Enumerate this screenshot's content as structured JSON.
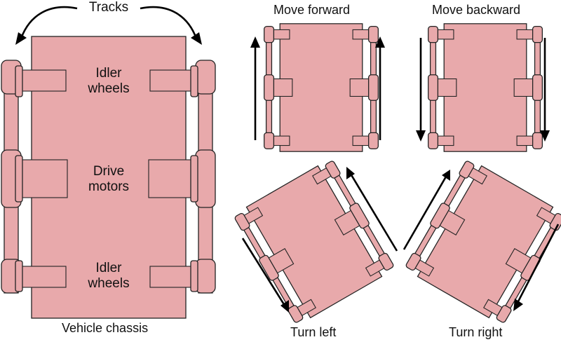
{
  "labels": {
    "tracks": "Tracks",
    "idler_top": "Idler\nwheels",
    "drive": "Drive\nmotors",
    "idler_bottom": "Idler\nwheels",
    "chassis": "Vehicle chassis",
    "forward": "Move forward",
    "backward": "Move backward",
    "turn_left": "Turn left",
    "turn_right": "Turn right"
  },
  "colors": {
    "body_fill": "#e8a9ab",
    "outline": "#222222",
    "arrow": "#000000"
  }
}
